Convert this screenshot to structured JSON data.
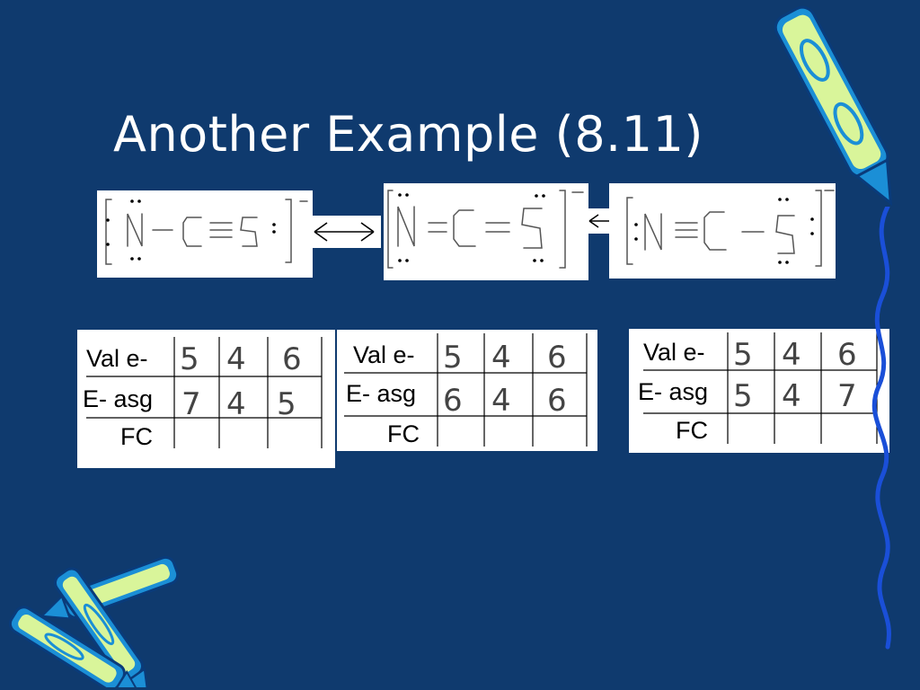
{
  "slide": {
    "title": "Another Example (8.11)",
    "background_color": "#0f3a6e"
  },
  "structures": [
    {
      "atoms": [
        "N",
        "C",
        "S"
      ],
      "bonds": [
        "single",
        "triple"
      ],
      "arrow": "resonance"
    },
    {
      "atoms": [
        "N",
        "C",
        "S"
      ],
      "bonds": [
        "double",
        "double"
      ],
      "arrow": "resonance"
    },
    {
      "atoms": [
        "N",
        "C",
        "S"
      ],
      "bonds": [
        "triple",
        "single"
      ]
    }
  ],
  "tables": [
    {
      "row_labels": [
        "Val e-",
        "E- asg",
        "FC"
      ],
      "rows": [
        [
          "5",
          "4",
          "6"
        ],
        [
          "7",
          "4",
          "5"
        ],
        [
          "",
          "",
          ""
        ]
      ]
    },
    {
      "row_labels": [
        "Val e-",
        "E- asg",
        "FC"
      ],
      "rows": [
        [
          "5",
          "4",
          "6"
        ],
        [
          "6",
          "4",
          "6"
        ],
        [
          "",
          "",
          ""
        ]
      ]
    },
    {
      "row_labels": [
        "Val e-",
        "E- asg",
        "FC"
      ],
      "rows": [
        [
          "5",
          "4",
          "6"
        ],
        [
          "5",
          "4",
          "7"
        ],
        [
          "",
          "",
          ""
        ]
      ]
    }
  ],
  "decorations": [
    "crayon-top-right-icon",
    "wavy-line-right",
    "crayons-bottom-left-icon"
  ]
}
